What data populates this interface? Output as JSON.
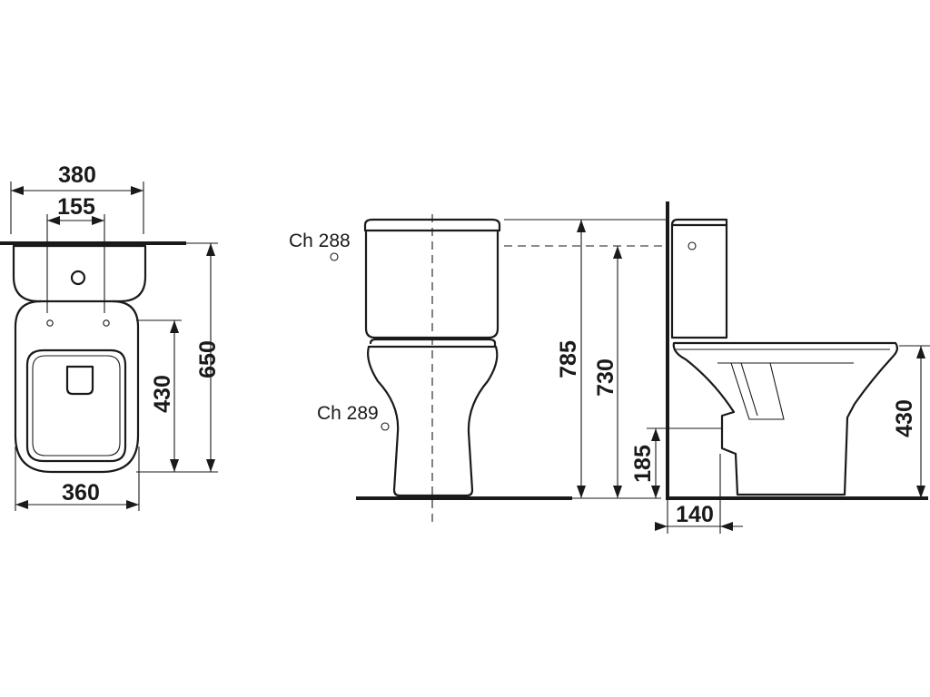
{
  "top_view": {
    "width_total": "380",
    "fixing_spacing": "155",
    "depth_total": "650",
    "seat_depth": "430",
    "bowl_width": "360"
  },
  "front_view": {
    "label_cistern": "Ch 288",
    "label_pan": "Ch 289",
    "height_total": "785",
    "height_inlet": "730"
  },
  "side_view": {
    "outlet_height": "185",
    "seat_height": "430",
    "outlet_distance": "140"
  }
}
